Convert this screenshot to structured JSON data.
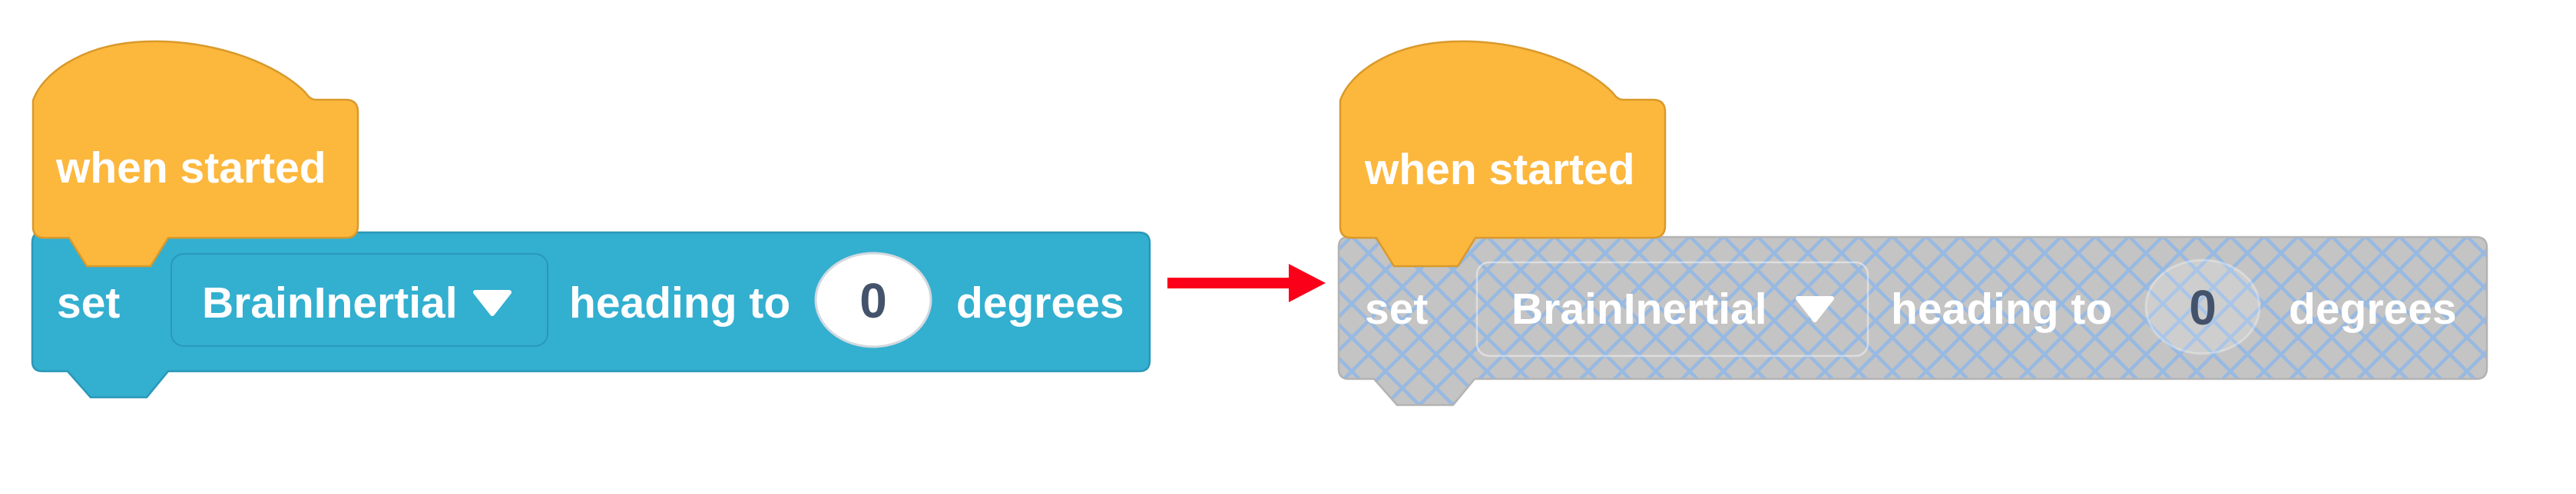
{
  "colors": {
    "background": "#ffffff",
    "hat_fill": "#fcb73d",
    "hat_border": "#d9992a",
    "block_fill": "#33afd0",
    "block_border": "#2a98b8",
    "disabled_fill": "#c4c4c4",
    "disabled_hatch": "#97b9e2",
    "disabled_border": "#b3b3b3",
    "arrow": "#fb0019",
    "input_fill": "#ffffff",
    "input_text": "#44536b",
    "label_text": "#ffffff"
  },
  "left_script": {
    "state": "enabled",
    "hat_label": "when started",
    "set_label": "set",
    "device_dropdown_value": "BrainInertial",
    "heading_label": "heading to",
    "heading_value": "0",
    "degrees_label": "degrees"
  },
  "arrow": {
    "icon": "red-right-arrow"
  },
  "right_script": {
    "state": "disabled",
    "hat_label": "when started",
    "set_label": "set",
    "device_dropdown_value": "BrainInertial",
    "heading_label": "heading to",
    "heading_value": "0",
    "degrees_label": "degrees"
  }
}
